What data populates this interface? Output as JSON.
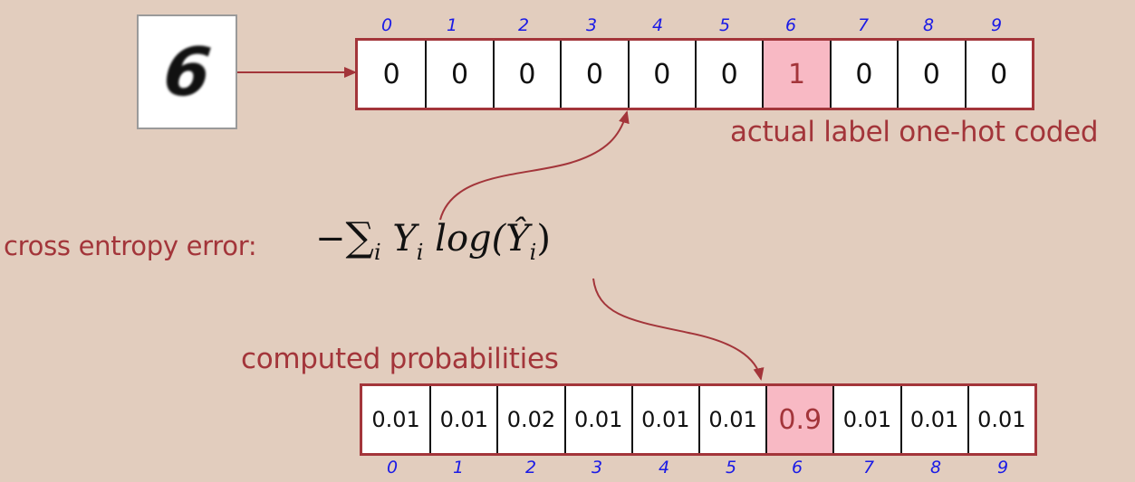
{
  "digit_image": {
    "digit": "6"
  },
  "label_vector": {
    "indices": [
      "0",
      "1",
      "2",
      "3",
      "4",
      "5",
      "6",
      "7",
      "8",
      "9"
    ],
    "values": [
      "0",
      "0",
      "0",
      "0",
      "0",
      "0",
      "1",
      "0",
      "0",
      "0"
    ],
    "hot_index": 6,
    "caption": "actual label one-hot coded"
  },
  "formula": {
    "prefix": "cross entropy error:",
    "minus": "−",
    "sum": "∑",
    "sub_i": "i",
    "Y": "Y",
    "log": "log(",
    "Yhat": "Ŷ",
    "close": ")"
  },
  "probability_vector": {
    "caption": "computed probabilities",
    "indices": [
      "0",
      "1",
      "2",
      "3",
      "4",
      "5",
      "6",
      "7",
      "8",
      "9"
    ],
    "values": [
      "0.01",
      "0.01",
      "0.02",
      "0.01",
      "0.01",
      "0.01",
      "0.9",
      "0.01",
      "0.01",
      "0.01"
    ],
    "hot_index": 6
  },
  "colors": {
    "background": "#e2cdbe",
    "accent": "#a3353a",
    "highlight": "#f8b9c4",
    "index": "#1a1ae6"
  }
}
